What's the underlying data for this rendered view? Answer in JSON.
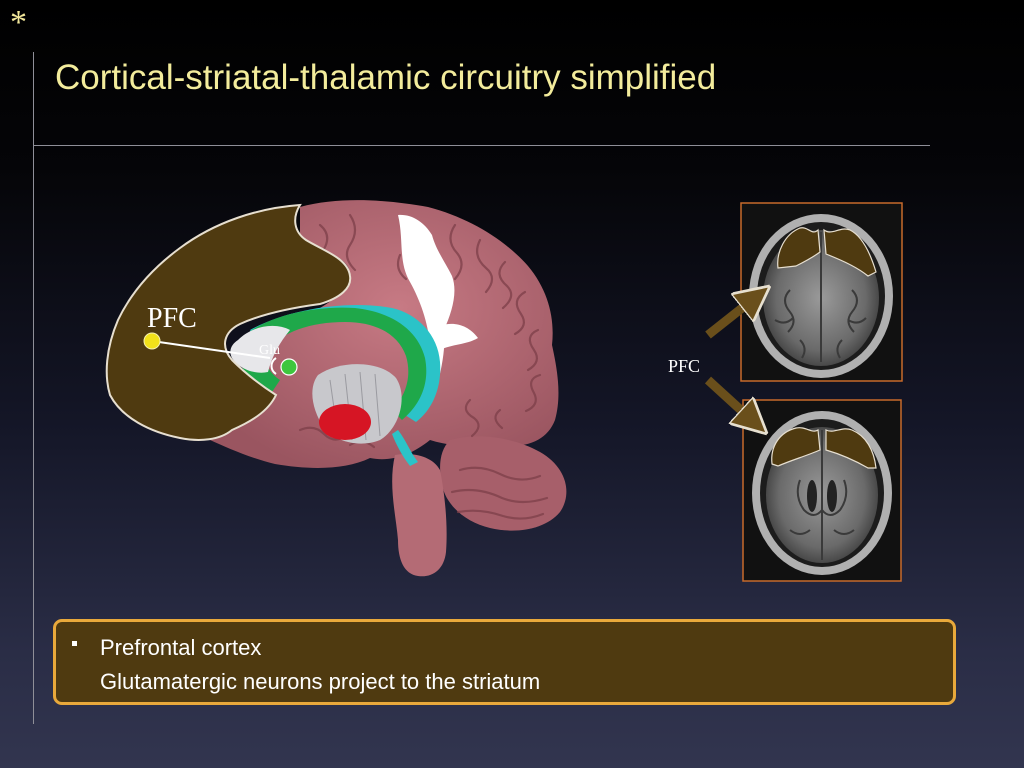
{
  "slide": {
    "marker": "*",
    "title": "Cortical-striatal-thalamic circuitry simplified"
  },
  "diagram": {
    "pfc_label": "PFC",
    "glu_label": "Glu",
    "mri_pfc_label": "PFC",
    "colors": {
      "pfc_region": "#4f3a10",
      "cortex": "#b86a74",
      "white_matter": "#ffffff",
      "striatum": "#1fa84a",
      "ventricle_edge": "#2bc3c8",
      "thalamus": "#c8c8cc",
      "globus": "#d61524",
      "pfc_neuron": "#f2e11a",
      "target_neuron": "#3ec63e",
      "arrow": "#6a4f1b"
    }
  },
  "callout": {
    "bullet": "▪",
    "heading": "Prefrontal cortex",
    "detail": "Glutamatergic neurons project to the striatum"
  }
}
